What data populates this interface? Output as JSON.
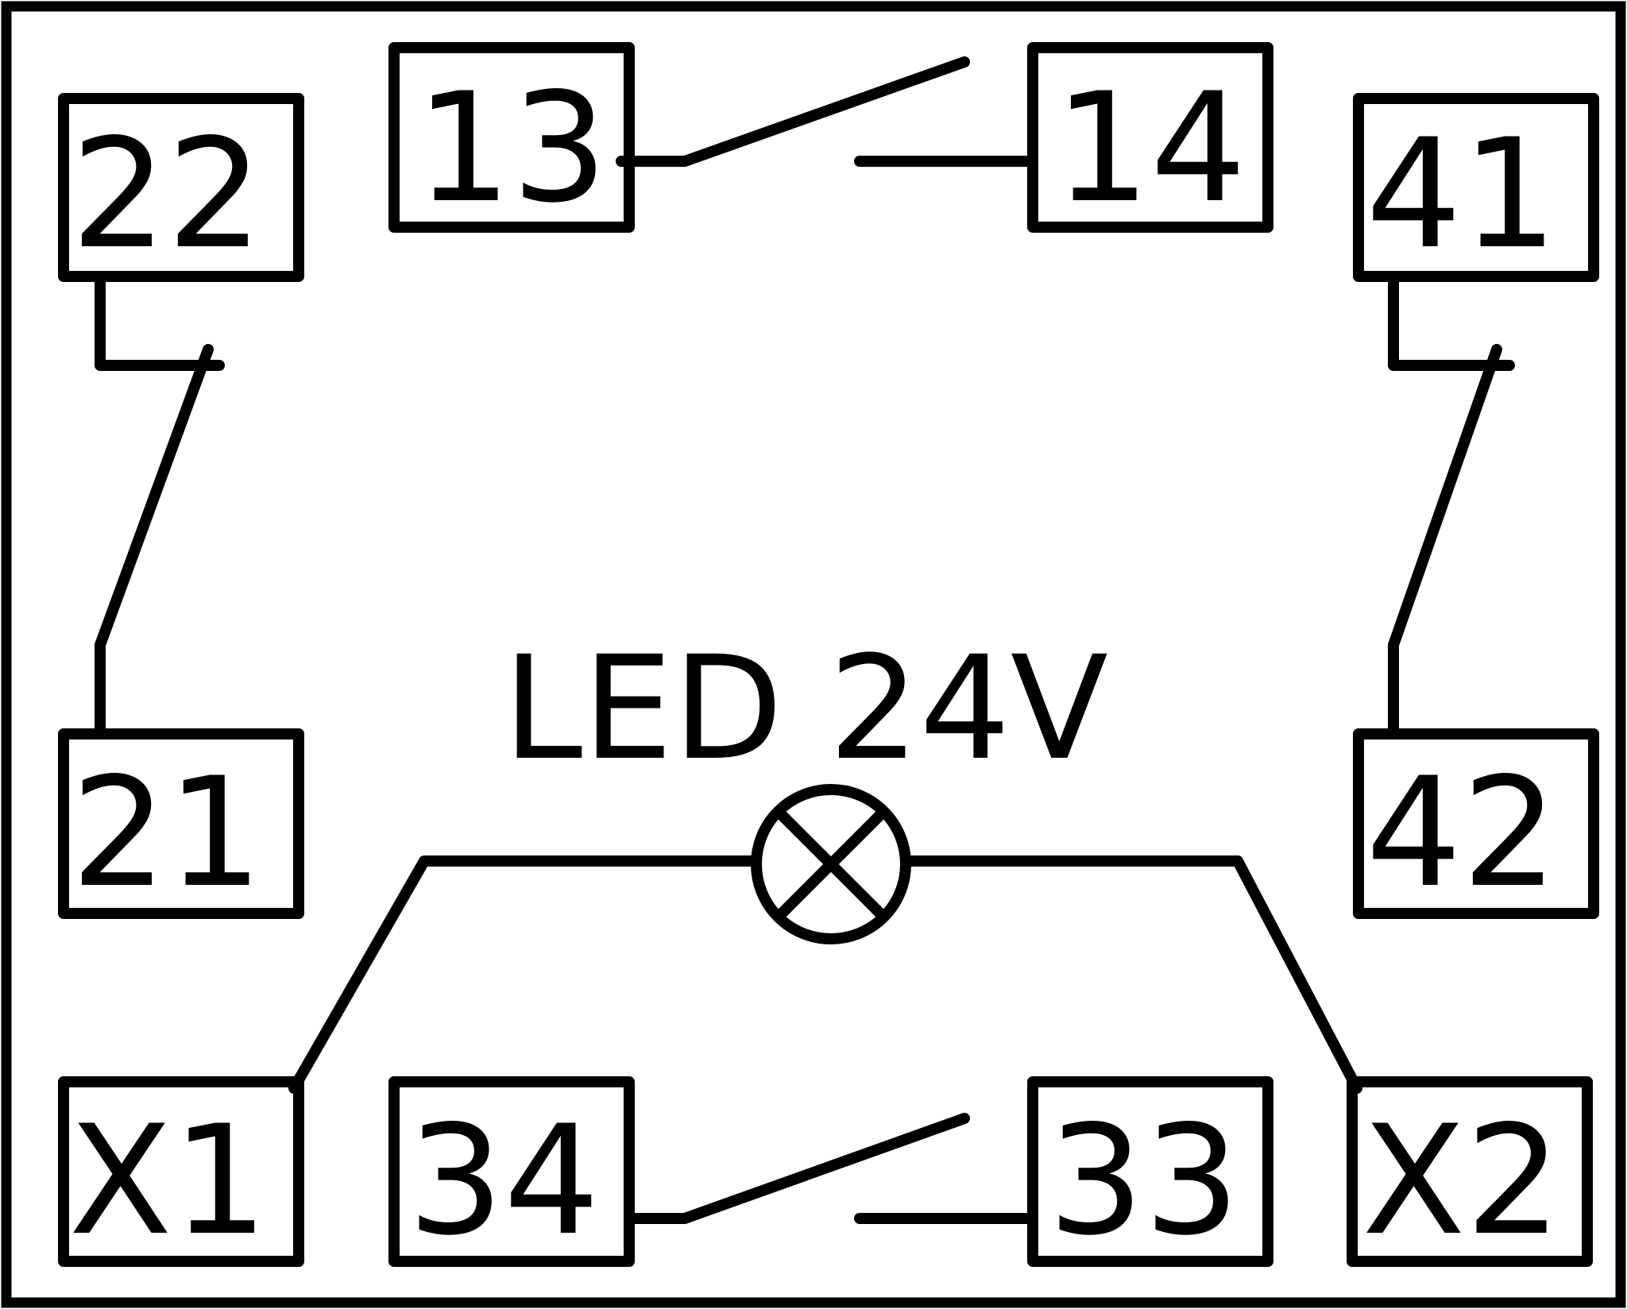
{
  "caption": "LED 24V",
  "terminals": {
    "t13": "13",
    "t14": "14",
    "t22": "22",
    "t21": "21",
    "t41": "41",
    "t42": "42",
    "tX1": "X1",
    "tX2": "X2",
    "t34": "34",
    "t33": "33"
  },
  "colors": {
    "line": "#000000",
    "background": "#ffffff"
  }
}
